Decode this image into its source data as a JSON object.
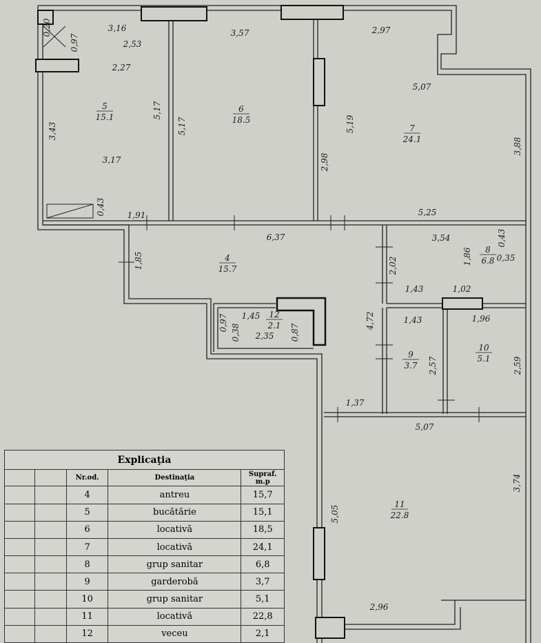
{
  "rooms": [
    {
      "nr": "4",
      "area": "15.7"
    },
    {
      "nr": "5",
      "area": "15.1"
    },
    {
      "nr": "6",
      "area": "18.5"
    },
    {
      "nr": "7",
      "area": "24.1"
    },
    {
      "nr": "8",
      "area": "6.8"
    },
    {
      "nr": "9",
      "area": "3.7"
    },
    {
      "nr": "10",
      "area": "5.1"
    },
    {
      "nr": "11",
      "area": "22.8"
    },
    {
      "nr": "12",
      "area": "2.1"
    }
  ],
  "dimensions": [
    "0,20",
    "3,16",
    "0,97",
    "2,53",
    "2,27",
    "3,57",
    "2,97",
    "5,07",
    "5,17",
    "5,17",
    "3,43",
    "3,17",
    "5,19",
    "2,98",
    "3,88",
    "0,43",
    "1,91",
    "5,25",
    "6,37",
    "3,54",
    "0,43",
    "1,85",
    "2,02",
    "1,86",
    "0,35",
    "1,43",
    "1,02",
    "1,45",
    "0,97",
    "0,38",
    "2,35",
    "0,87",
    "4,72",
    "1,43",
    "1,96",
    "2,57",
    "2,59",
    "1,37",
    "5,07",
    "5,05",
    "3,74",
    "2,96"
  ],
  "legend": {
    "title": "Explicaţia",
    "col_nr": "Nr.od.",
    "col_dest": "Destinaţia",
    "col_area": "Supraf. m.p",
    "rows": [
      {
        "nr": "4",
        "dest": "antreu",
        "area": "15,7"
      },
      {
        "nr": "5",
        "dest": "bucătărie",
        "area": "15,1"
      },
      {
        "nr": "6",
        "dest": "locativă",
        "area": "18,5"
      },
      {
        "nr": "7",
        "dest": "locativă",
        "area": "24,1"
      },
      {
        "nr": "8",
        "dest": "grup sanitar",
        "area": "6,8"
      },
      {
        "nr": "9",
        "dest": "garderobă",
        "area": "3,7"
      },
      {
        "nr": "10",
        "dest": "grup sanitar",
        "area": "5,1"
      },
      {
        "nr": "11",
        "dest": "locativă",
        "area": "22,8"
      },
      {
        "nr": "12",
        "dest": "veceu",
        "area": "2,1"
      }
    ]
  }
}
